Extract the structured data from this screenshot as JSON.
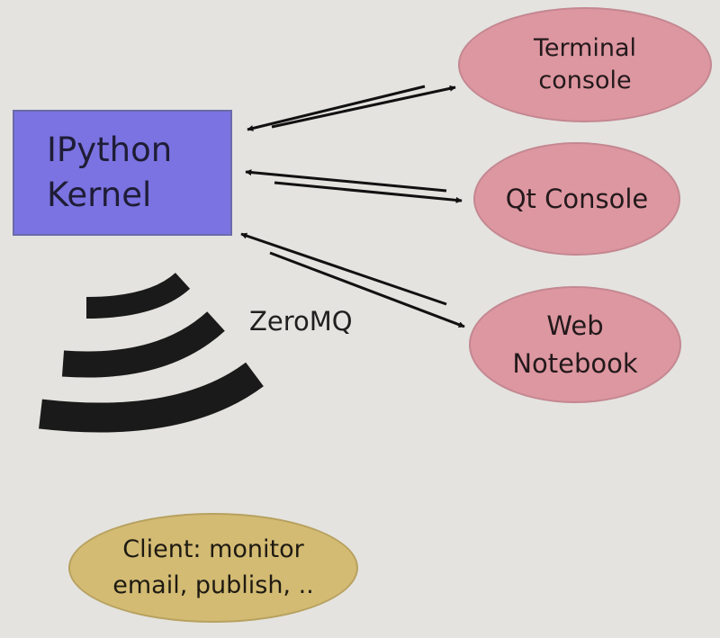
{
  "kernel": {
    "line1": "IPython",
    "line2": "Kernel"
  },
  "clients": [
    {
      "line1": "Terminal",
      "line2": "console"
    },
    {
      "line1": "Qt Console"
    },
    {
      "line1": "Web",
      "line2": "Notebook"
    }
  ],
  "transport": {
    "label": "ZeroMQ",
    "icon": "wifi-signal-icon"
  },
  "monitor_client": {
    "line1": "Client: monitor",
    "line2": "email, publish, .."
  },
  "colors": {
    "background": "#e4e3df",
    "kernel_fill": "#7b73e1",
    "client_fill": "#dd97a1",
    "monitor_fill": "#d3bb73",
    "ink": "#111111"
  }
}
